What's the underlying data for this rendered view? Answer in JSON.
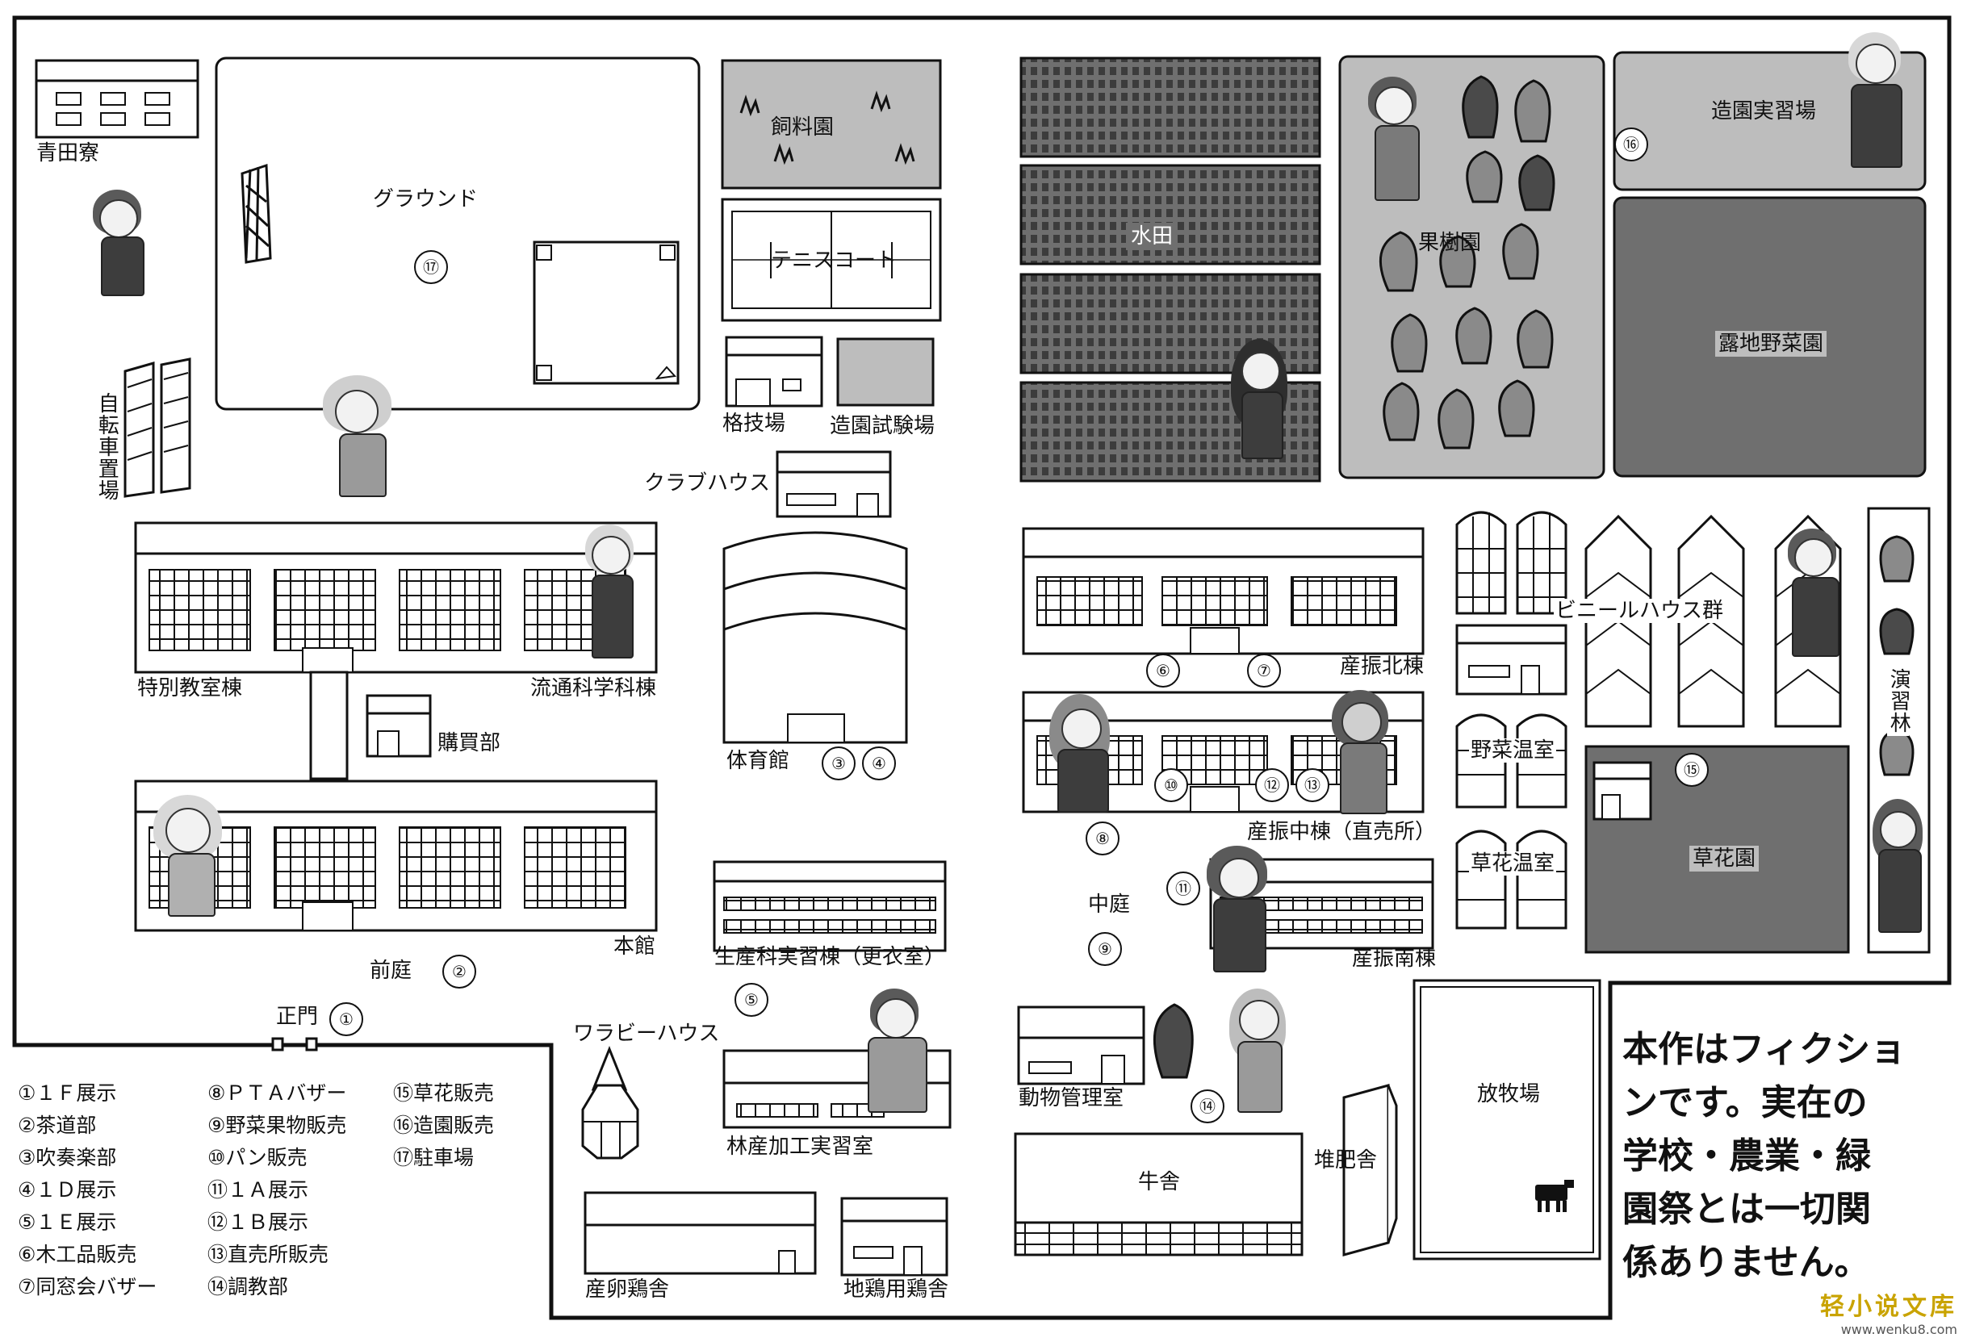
{
  "map": {
    "locations": {
      "aota_dorm": "青田寮",
      "ground": "グラウンド",
      "bicycle_parking": "自転車置場",
      "feed_garden": "飼料園",
      "tennis_court": "テニスコート",
      "martial_arts_hall": "格技場",
      "landscape_test_field": "造園試験場",
      "club_house": "クラブハウス",
      "gymnasium": "体育館",
      "special_classroom_bldg": "特別教室棟",
      "distribution_science_bldg": "流通科学科棟",
      "store": "購買部",
      "main_bldg": "本館",
      "front_garden": "前庭",
      "main_gate": "正門",
      "production_practice_bldg": "生産科実習棟（更衣室）",
      "warabi_house": "ワラビーハウス",
      "forest_processing_bldg": "林産加工実習室",
      "egg_henhouse": "産卵鶏舎",
      "jidori_henhouse": "地鶏用鶏舎",
      "paddy_field": "水田",
      "orchard": "果樹園",
      "landscape_practice_field": "造園実習場",
      "open_field_vegetable_garden": "露地野菜園",
      "industry_north_bldg": "産振北棟",
      "industry_middle_bldg": "産振中棟（直売所）",
      "industry_south_bldg": "産振南棟",
      "courtyard": "中庭",
      "vinyl_houses": "ビニールハウス群",
      "vegetable_greenhouse": "野菜温室",
      "flower_greenhouse": "草花温室",
      "flower_garden": "草花園",
      "practice_forest": "演習林",
      "animal_management_room": "動物管理室",
      "cowshed": "牛舎",
      "compost_shed": "堆肥舎",
      "pasture": "放牧場"
    },
    "markers": {
      "m1": "①",
      "m2": "②",
      "m3": "③",
      "m4": "④",
      "m5": "⑤",
      "m6": "⑥",
      "m7": "⑦",
      "m8": "⑧",
      "m9": "⑨",
      "m10": "⑩",
      "m11": "⑪",
      "m12": "⑫",
      "m13": "⑬",
      "m14": "⑭",
      "m15": "⑮",
      "m16": "⑯",
      "m17": "⑰"
    }
  },
  "legend": {
    "items": [
      "①１Ｆ展示",
      "②茶道部",
      "③吹奏楽部",
      "④１Ｄ展示",
      "⑤１Ｅ展示",
      "⑥木工品販売",
      "⑦同窓会バザー",
      "⑧ＰＴＡバザー",
      "⑨野菜果物販売",
      "⑩パン販売",
      "⑪１Ａ展示",
      "⑫１Ｂ展示",
      "⑬直売所販売",
      "⑭調教部",
      "⑮草花販売",
      "⑯造園販売",
      "⑰駐車場"
    ]
  },
  "notice": {
    "lines": [
      "本作はフィクショ",
      "ンです。実在の",
      "学校・農業・緑",
      "園祭とは一切関",
      "係ありません。"
    ]
  },
  "watermark": {
    "text": "轻小说文库",
    "url": "www.wenku8.com"
  },
  "colors": {
    "ink": "#111111",
    "field_fill": "#6f6f6f",
    "light_field_fill": "#bdbdbd",
    "tree_fill": "#8a8a8a",
    "dark_tree_fill": "#4a4a4a",
    "watermark": "#c9a300"
  }
}
